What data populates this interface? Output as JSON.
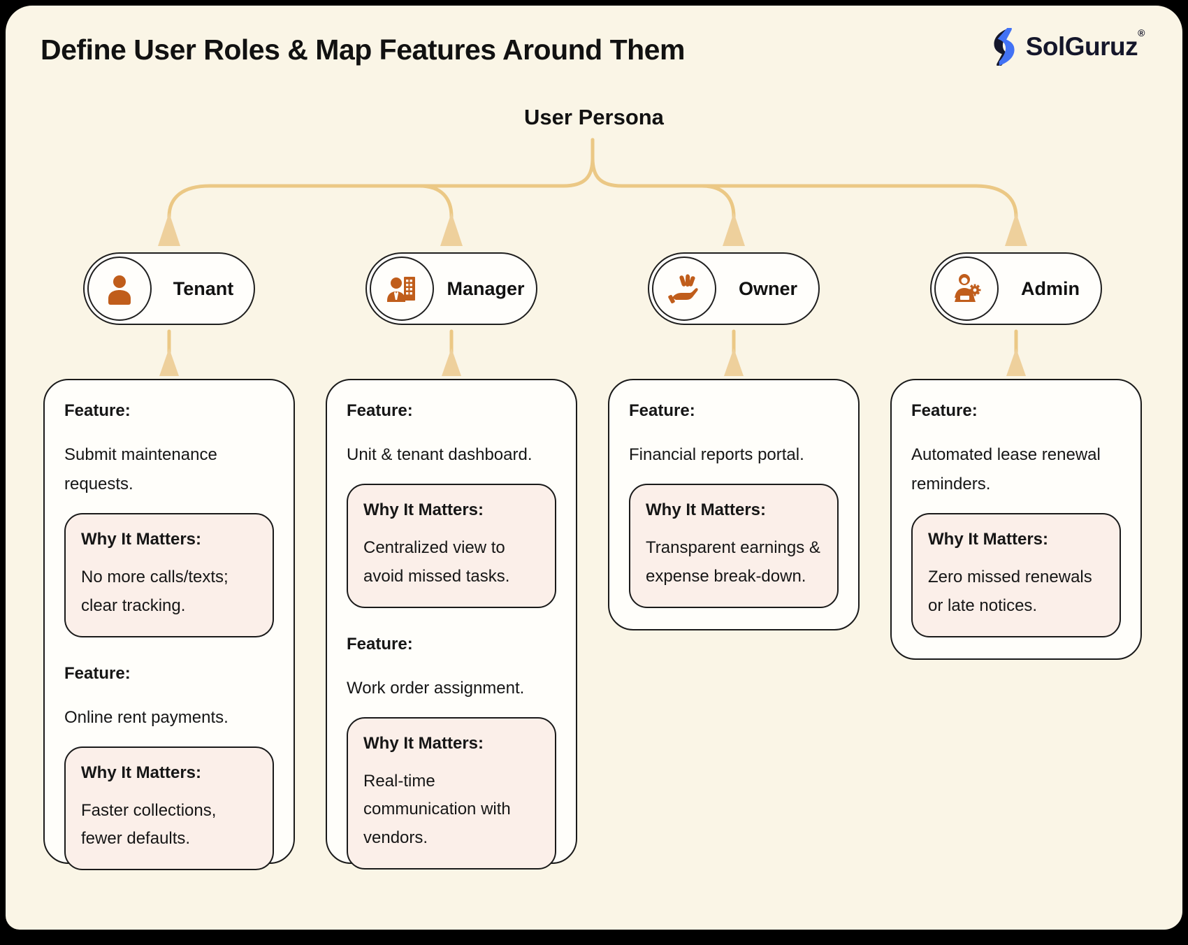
{
  "header": {
    "title": "Define User Roles & Map Features Around Them",
    "brand": {
      "name": "SolGuruz",
      "registered_mark": "®"
    }
  },
  "tree": {
    "root": "User Persona"
  },
  "labels": {
    "feature": "Feature:",
    "why": "Why It Matters:"
  },
  "personas": [
    {
      "name": "Tenant",
      "icon": "person-icon",
      "features": [
        {
          "text": "Submit maintenance requests.",
          "why": "No more calls/texts; clear tracking."
        },
        {
          "text": "Online rent payments.",
          "why": "Faster collections, fewer defaults."
        }
      ]
    },
    {
      "name": "Manager",
      "icon": "person-with-building-icon",
      "features": [
        {
          "text": "Unit & tenant dashboard.",
          "why": "Centralized view to avoid missed tasks."
        },
        {
          "text": "Work order assignment.",
          "why": "Real-time communication with vendors."
        }
      ]
    },
    {
      "name": "Owner",
      "icon": "hand-holding-keys-icon",
      "features": [
        {
          "text": "Financial reports portal.",
          "why": "Transparent earnings & expense break-down."
        }
      ]
    },
    {
      "name": "Admin",
      "icon": "person-laptop-gear-icon",
      "features": [
        {
          "text": "Automated lease renewal reminders.",
          "why": "Zero missed renewals or late notices."
        }
      ]
    }
  ],
  "colors": {
    "frame": "#000000",
    "panel_bg": "#faf5e6",
    "card_bg": "#fffefa",
    "why_bg": "#fbefe9",
    "connector_gold": "#ebc885",
    "arrow_gold": "#eed09c",
    "icon_orange": "#c05d1b",
    "text": "#161616",
    "logo_blue": "#4272f5"
  }
}
